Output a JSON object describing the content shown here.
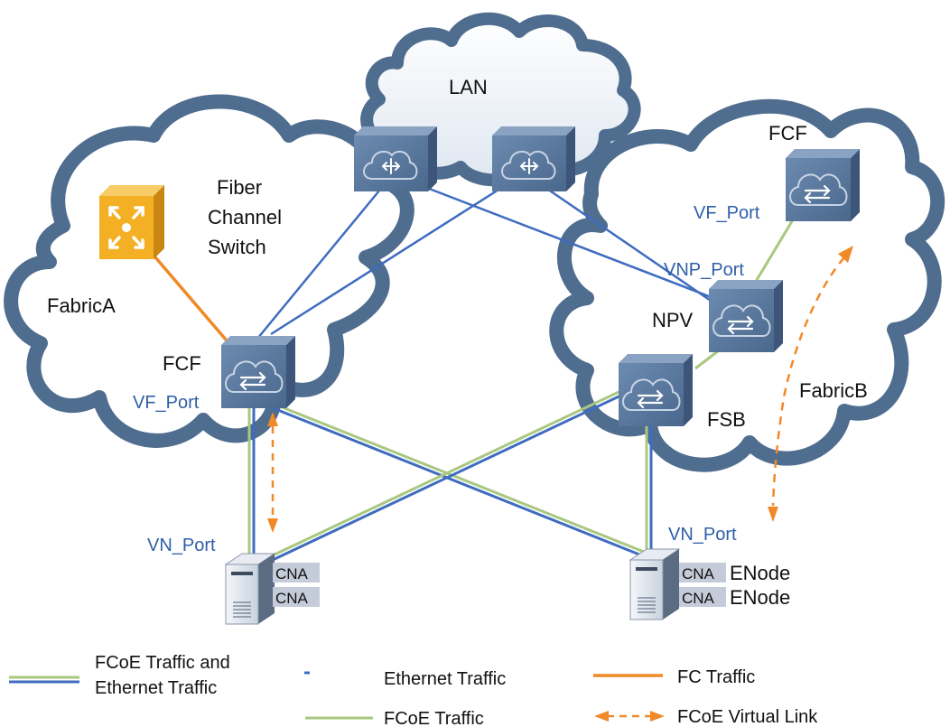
{
  "labels": {
    "lan": "LAN",
    "fiber_channel_switch": [
      "Fiber",
      "Channel",
      "Switch"
    ],
    "fabric_a": "FabricA",
    "fabric_b": "FabricB",
    "fcf_left": "FCF",
    "fcf_right": "FCF",
    "npv": "NPV",
    "fsb": "FSB",
    "vf_port_left": "VF_Port",
    "vf_port_right": "VF_Port",
    "vnp_port": "VNP_Port",
    "vn_port_left": "VN_Port",
    "vn_port_right": "VN_Port",
    "cna": "CNA",
    "enode": "ENode"
  },
  "legend": {
    "fcoe_and_ethernet": [
      "FCoE Traffic and",
      "Ethernet Traffic"
    ],
    "ethernet": "Ethernet Traffic",
    "fc": "FC Traffic",
    "fcoe": "FCoE Traffic",
    "virtual_link": "FCoE Virtual Link"
  },
  "colors": {
    "cloud_outline": "#4f6d8f",
    "cloud_fill": "#ffffff",
    "lan_cloud_fill": "#eef3f8",
    "ethernet_blue": "#3f6cc0",
    "fcoe_green": "#a8c880",
    "fc_orange": "#f08a28",
    "device_face": "#506f95",
    "device_side": "#3c5578",
    "device_top": "#7c98ba",
    "switch_orange": "#f4b024"
  }
}
